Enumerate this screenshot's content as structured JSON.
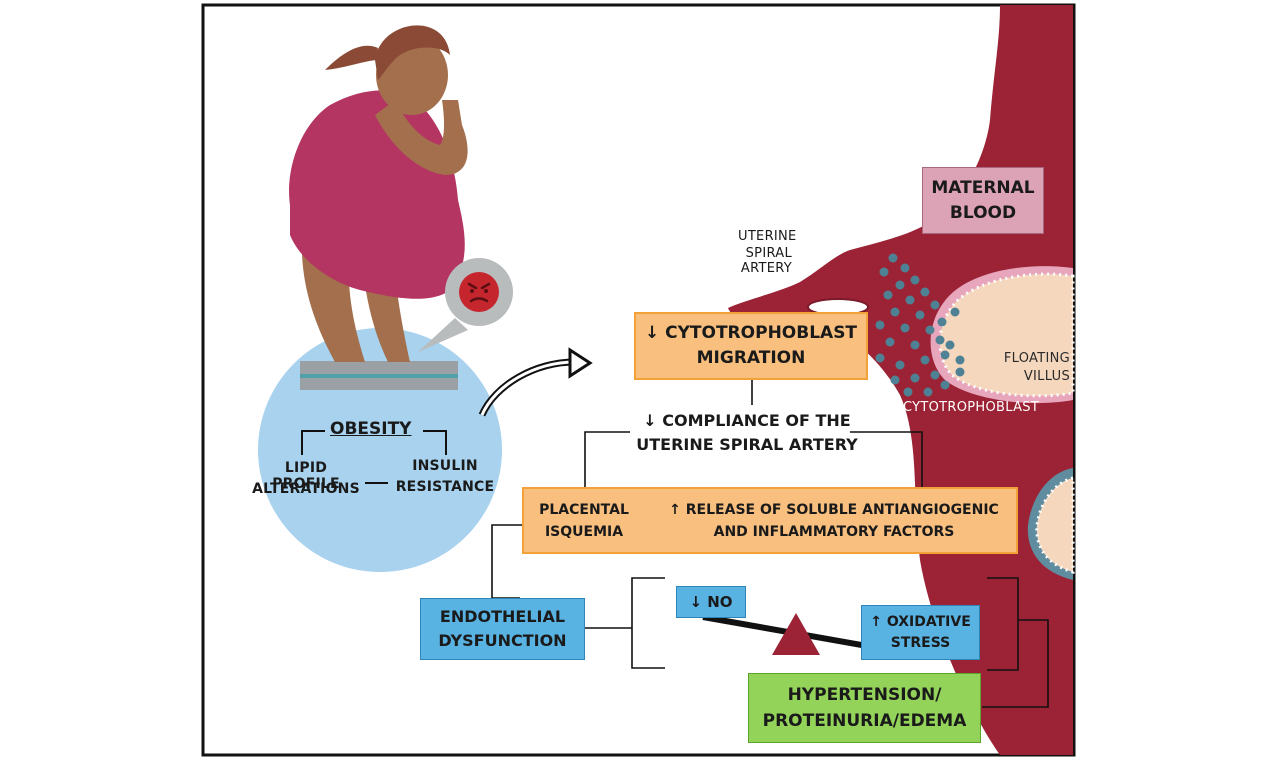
{
  "colors": {
    "frame": "#111111",
    "maternal_blood": "#9b2335",
    "obesity_circle": "#a8d2ee",
    "box_orange": "#f8bf7f",
    "box_blue": "#58b2e2",
    "box_green": "#93d35a",
    "box_pink": "#dca3b6",
    "villus": "#f5d7bd",
    "cytotrophoblast_cells": "#4f8194",
    "triangle": "#9b2335"
  },
  "icons": {
    "angry_face": "angry-face-icon",
    "curved_arrow": "curved-arrow-icon"
  },
  "obesity": {
    "title": "OBESITY",
    "lipid_line1": "LIPID PROFILE",
    "lipid_line2": "ALTERATIONS",
    "insulin_line1": "INSULIN",
    "insulin_line2": "RESISTANCE"
  },
  "labels": {
    "uterine_line1": "UTERINE",
    "uterine_line2": "SPIRAL ARTERY",
    "floating_line1": "FLOATING",
    "floating_line2": "VILLUS",
    "cytotrophoblast": "CYTOTROPHOBLAST"
  },
  "boxes": {
    "maternal_line1": "MATERNAL",
    "maternal_line2": "BLOOD",
    "migration_line1": "↓ CYTOTROPHOBLAST",
    "migration_line2": "MIGRATION",
    "compliance_line1": "↓ COMPLIANCE OF THE",
    "compliance_line2": "UTERINE SPIRAL ARTERY",
    "placental_line1": "PLACENTAL",
    "placental_line2": "ISQUEMIA",
    "release_line1": "↑ RELEASE OF SOLUBLE ANTIANGIOGENIC",
    "release_line2": "AND INFLAMMATORY FACTORS",
    "endothelial_line1": "ENDOTHELIAL",
    "endothelial_line2": "DYSFUNCTION",
    "no_label": "↓ NO",
    "oxidative_line1": "↑ OXIDATIVE",
    "oxidative_line2": "STRESS",
    "hypertension_line1": "HYPERTENSION/",
    "hypertension_line2": "PROTEINURIA/EDEMA"
  }
}
